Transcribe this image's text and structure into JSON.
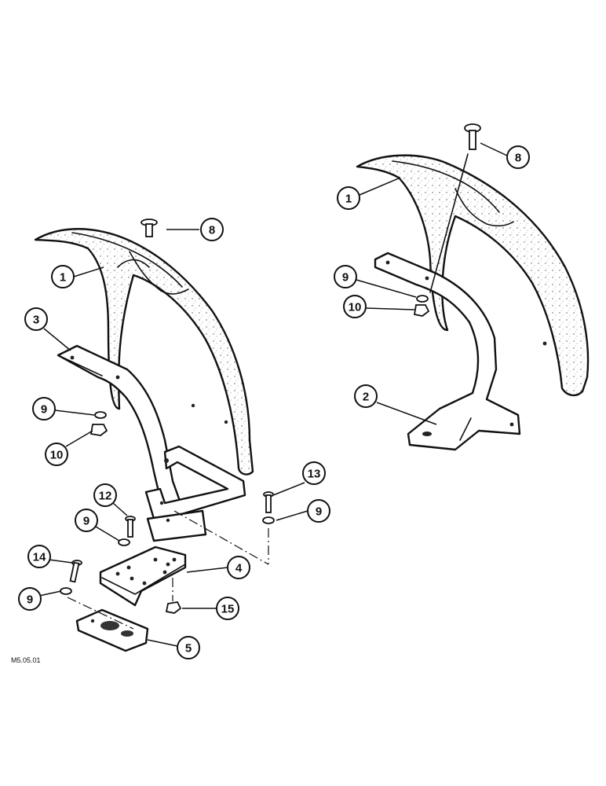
{
  "reference_code": "M5.05.01",
  "callouts": {
    "left_fender": "1",
    "left_bracket_top": "3",
    "left_bolt_top": "8",
    "left_washer": "9",
    "left_nut": "10",
    "bolt_13": "13",
    "washer_right_lower": "9",
    "bolt_12": "12",
    "washer_mid": "9",
    "step_plate": "4",
    "bolt_14": "14",
    "washer_low": "9",
    "nut_15": "15",
    "tread_pad": "5",
    "right_fender": "1",
    "right_bolt_top": "8",
    "right_washer": "9",
    "right_nut": "10",
    "right_bracket": "2"
  }
}
